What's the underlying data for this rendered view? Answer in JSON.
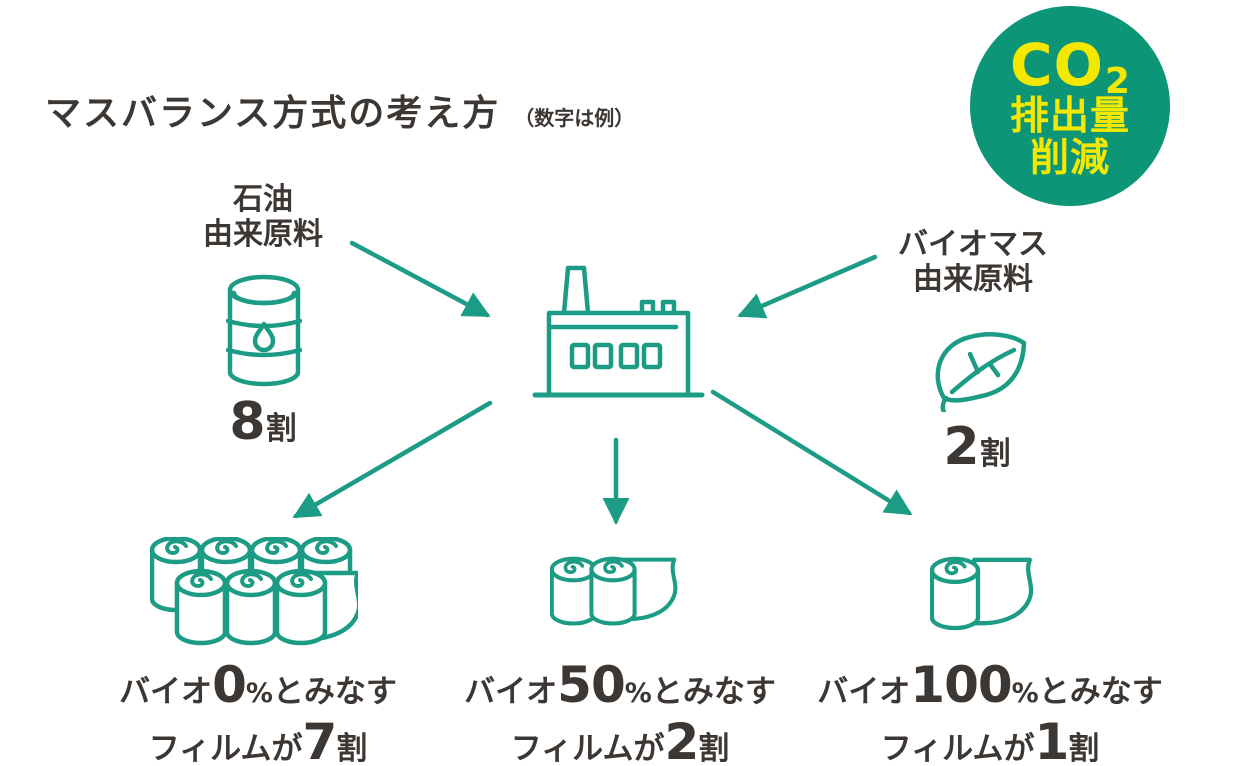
{
  "title": "マスバランス方式の考え方",
  "subtitle": "（数字は例）",
  "badge": {
    "co2": "CO",
    "co2_sub": "2",
    "line2": "排出量",
    "line3": "削減",
    "bg_color": "#0d9577",
    "text_color": "#f5e800"
  },
  "colors": {
    "icon_stroke": "#1d9c85",
    "ink": "#3d3734",
    "background": "#ffffff"
  },
  "icons": {
    "oil_drum": "oil-drum-icon",
    "leaf": "leaf-icon",
    "factory": "factory-icon",
    "rolls_7": "film-rolls-7-icon",
    "rolls_2": "film-rolls-2-icon",
    "roll_1": "film-roll-1-icon"
  },
  "inputs": {
    "petroleum": {
      "label_line1": "石油",
      "label_line2": "由来原料",
      "share_num": "8",
      "share_unit": "割"
    },
    "biomass": {
      "label_line1": "バイオマス",
      "label_line2": "由来原料",
      "share_num": "2",
      "share_unit": "割"
    }
  },
  "products": [
    {
      "line1_prefix": "バイオ",
      "line1_num": "0",
      "line1_pct": "%",
      "line1_suffix": "とみなす",
      "line2_prefix": "フィルムが",
      "line2_num": "7",
      "line2_unit": "割"
    },
    {
      "line1_prefix": "バイオ",
      "line1_num": "50",
      "line1_pct": "%",
      "line1_suffix": "とみなす",
      "line2_prefix": "フィルムが",
      "line2_num": "2",
      "line2_unit": "割"
    },
    {
      "line1_prefix": "バイオ",
      "line1_num": "100",
      "line1_pct": "%",
      "line1_suffix": "とみなす",
      "line2_prefix": "フィルムが",
      "line2_num": "1",
      "line2_unit": "割"
    }
  ]
}
